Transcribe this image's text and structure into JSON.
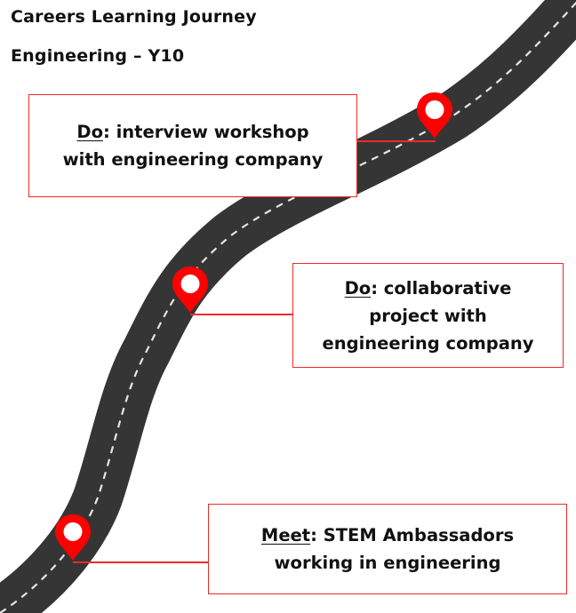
{
  "header": {
    "title": "Careers Learning Journey",
    "subtitle": "Engineering – Y10"
  },
  "colors": {
    "road": "#353535",
    "road_marking": "#e6e6e6",
    "accent": "#ff0000",
    "box_border": "#ee2b2b"
  },
  "milestones": [
    {
      "keyword": "Do",
      "separator": ":",
      "text_line1": " interview workshop",
      "text_line2": "with engineering company",
      "icon": "map-pin-icon"
    },
    {
      "keyword": "Do",
      "separator": ":",
      "text_line1": " collaborative",
      "text_line2": "project with",
      "text_line3": "engineering company",
      "icon": "map-pin-icon"
    },
    {
      "keyword": "Meet",
      "separator": ":",
      "text_line1": " STEM Ambassadors",
      "text_line2": "working in engineering",
      "icon": "map-pin-icon"
    }
  ]
}
